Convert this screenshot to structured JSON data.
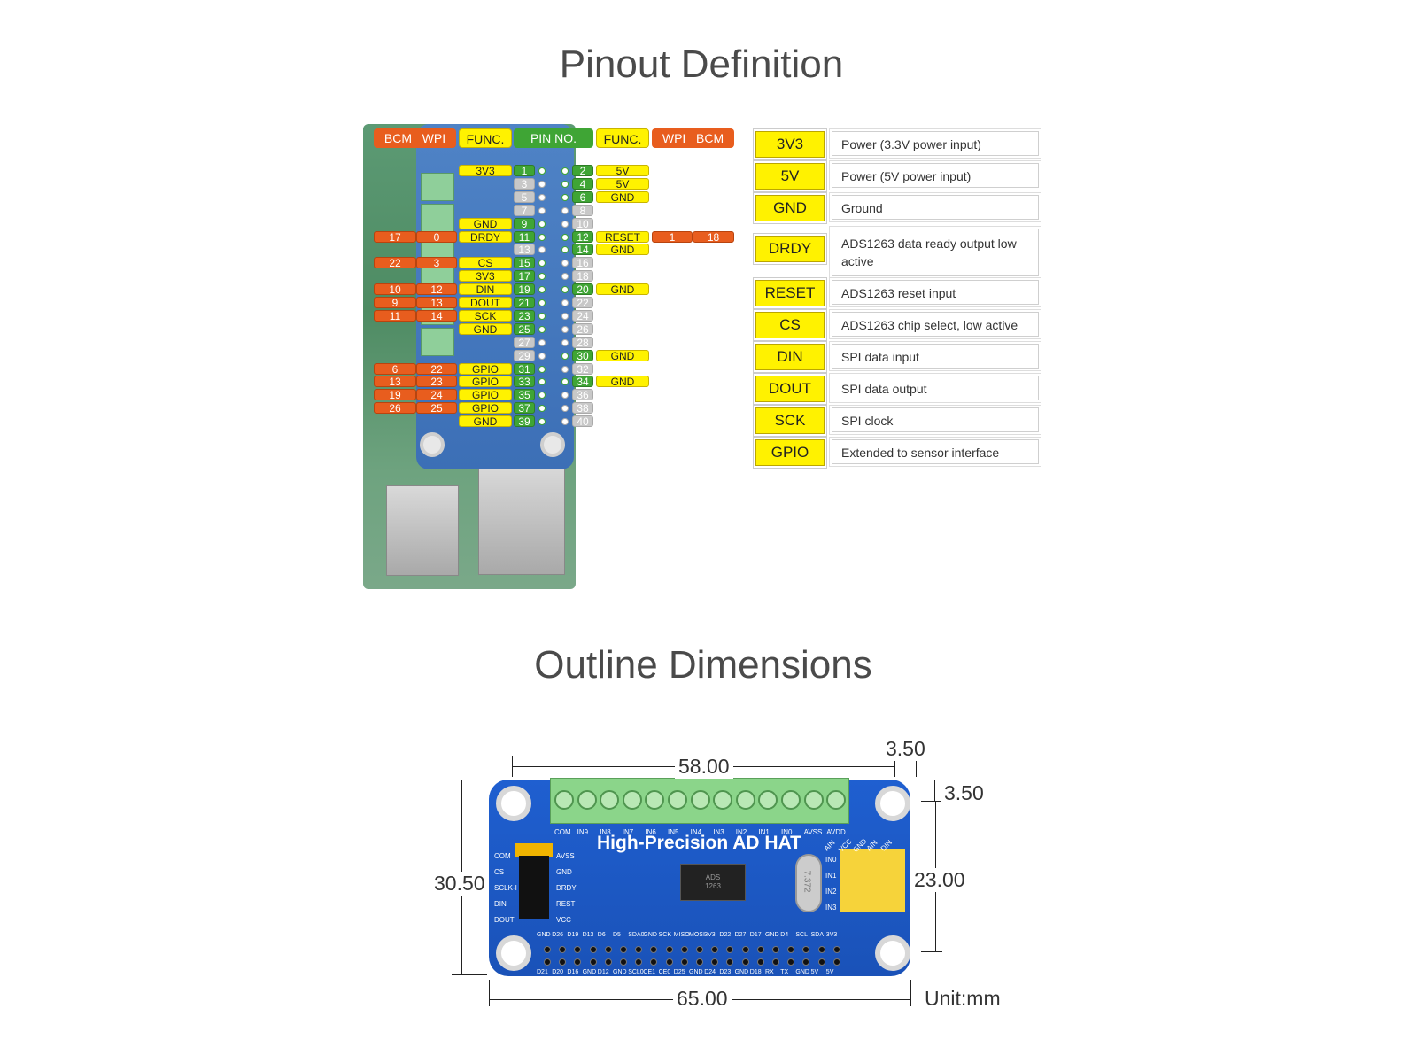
{
  "titles": {
    "pinout": "Pinout Definition",
    "outline": "Outline Dimensions"
  },
  "header": {
    "bcm_l": "BCM",
    "wpi_l": "WPI",
    "func_l": "FUNC.",
    "pinno": "PIN NO.",
    "func_r": "FUNC.",
    "wpi_r": "WPI",
    "bcm_r": "BCM"
  },
  "pins": [
    {
      "l": {
        "func": "3V3",
        "num": "1",
        "on": true
      },
      "r": {
        "func": "5V",
        "num": "2",
        "on": true
      }
    },
    {
      "l": {
        "func": "",
        "num": "3",
        "on": false
      },
      "r": {
        "func": "5V",
        "num": "4",
        "on": true
      }
    },
    {
      "l": {
        "func": "",
        "num": "5",
        "on": false
      },
      "r": {
        "func": "GND",
        "num": "6",
        "on": true
      }
    },
    {
      "l": {
        "func": "",
        "num": "7",
        "on": false
      },
      "r": {
        "func": "",
        "num": "8",
        "on": false
      }
    },
    {
      "l": {
        "func": "GND",
        "num": "9",
        "on": true
      },
      "r": {
        "func": "",
        "num": "10",
        "on": false
      }
    },
    {
      "l": {
        "func": "DRDY",
        "num": "11",
        "on": true,
        "bcm": "17",
        "wpi": "0"
      },
      "r": {
        "func": "RESET",
        "num": "12",
        "on": true,
        "wpi": "1",
        "bcm": "18"
      }
    },
    {
      "l": {
        "func": "",
        "num": "13",
        "on": false
      },
      "r": {
        "func": "GND",
        "num": "14",
        "on": true
      }
    },
    {
      "l": {
        "func": "CS",
        "num": "15",
        "on": true,
        "bcm": "22",
        "wpi": "3"
      },
      "r": {
        "func": "",
        "num": "16",
        "on": false
      }
    },
    {
      "l": {
        "func": "3V3",
        "num": "17",
        "on": true
      },
      "r": {
        "func": "",
        "num": "18",
        "on": false
      }
    },
    {
      "l": {
        "func": "DIN",
        "num": "19",
        "on": true,
        "bcm": "10",
        "wpi": "12"
      },
      "r": {
        "func": "GND",
        "num": "20",
        "on": true
      }
    },
    {
      "l": {
        "func": "DOUT",
        "num": "21",
        "on": true,
        "bcm": "9",
        "wpi": "13"
      },
      "r": {
        "func": "",
        "num": "22",
        "on": false
      }
    },
    {
      "l": {
        "func": "SCK",
        "num": "23",
        "on": true,
        "bcm": "11",
        "wpi": "14"
      },
      "r": {
        "func": "",
        "num": "24",
        "on": false
      }
    },
    {
      "l": {
        "func": "GND",
        "num": "25",
        "on": true
      },
      "r": {
        "func": "",
        "num": "26",
        "on": false
      }
    },
    {
      "l": {
        "func": "",
        "num": "27",
        "on": false
      },
      "r": {
        "func": "",
        "num": "28",
        "on": false
      }
    },
    {
      "l": {
        "func": "",
        "num": "29",
        "on": false
      },
      "r": {
        "func": "GND",
        "num": "30",
        "on": true
      }
    },
    {
      "l": {
        "func": "GPIO",
        "num": "31",
        "on": true,
        "bcm": "6",
        "wpi": "22"
      },
      "r": {
        "func": "",
        "num": "32",
        "on": false
      }
    },
    {
      "l": {
        "func": "GPIO",
        "num": "33",
        "on": true,
        "bcm": "13",
        "wpi": "23"
      },
      "r": {
        "func": "GND",
        "num": "34",
        "on": true
      }
    },
    {
      "l": {
        "func": "GPIO",
        "num": "35",
        "on": true,
        "bcm": "19",
        "wpi": "24"
      },
      "r": {
        "func": "",
        "num": "36",
        "on": false
      }
    },
    {
      "l": {
        "func": "GPIO",
        "num": "37",
        "on": true,
        "bcm": "26",
        "wpi": "25"
      },
      "r": {
        "func": "",
        "num": "38",
        "on": false
      }
    },
    {
      "l": {
        "func": "GND",
        "num": "39",
        "on": true
      },
      "r": {
        "func": "",
        "num": "40",
        "on": false
      }
    }
  ],
  "legend": [
    {
      "label": "3V3",
      "desc": "Power (3.3V power input)"
    },
    {
      "label": "5V",
      "desc": "Power (5V power input)"
    },
    {
      "label": "GND",
      "desc": "Ground"
    },
    {
      "label": "DRDY",
      "desc": "ADS1263 data ready output low active"
    },
    {
      "label": "RESET",
      "desc": "ADS1263 reset input"
    },
    {
      "label": "CS",
      "desc": "ADS1263 chip select, low active"
    },
    {
      "label": "DIN",
      "desc": "SPI data input"
    },
    {
      "label": "DOUT",
      "desc": "SPI data output"
    },
    {
      "label": "SCK",
      "desc": "SPI clock"
    },
    {
      "label": "GPIO",
      "desc": "Extended to sensor interface"
    }
  ],
  "outline": {
    "board_name": "High-Precision AD HAT",
    "dim_width_top": "58.00",
    "dim_margin_x": "3.50",
    "dim_margin_y": "3.50",
    "dim_height_left": "30.50",
    "dim_height_right": "23.00",
    "dim_width_bottom": "65.00",
    "unit": "Unit:mm",
    "terminal_labels": [
      "COM",
      "IN9",
      "IN8",
      "IN7",
      "IN6",
      "IN5",
      "IN4",
      "IN3",
      "IN2",
      "IN1",
      "IN0",
      "AVSS",
      "AVDD"
    ],
    "left_labels": [
      "COM",
      "CS",
      "SCLK-I",
      "DIN",
      "DOUT"
    ],
    "jumper_labels": [
      "AVSS",
      "GND",
      "DRDY",
      "REST",
      "VCC"
    ],
    "right_labels": [
      "IN0",
      "IN1",
      "IN2",
      "IN3"
    ],
    "corner_labels": [
      "AIN",
      "VCC",
      "GND",
      "AIN",
      "DIN"
    ],
    "gpio_top": [
      "GND",
      "D26",
      "D19",
      "D13",
      "D6",
      "D5",
      "SDA0",
      "GND",
      "SCK",
      "MISO",
      "MOSI",
      "3V3",
      "D22",
      "D27",
      "D17",
      "GND",
      "D4",
      "SCL",
      "SDA",
      "3V3"
    ],
    "gpio_bottom": [
      "D21",
      "D20",
      "D16",
      "GND",
      "D12",
      "GND",
      "SCL0",
      "CE1",
      "CE0",
      "D25",
      "GND",
      "D24",
      "D23",
      "GND",
      "D18",
      "RX",
      "TX",
      "GND",
      "5V",
      "5V"
    ],
    "chip_text": [
      "ADS",
      "1263"
    ],
    "xtal_text": "7.372"
  }
}
